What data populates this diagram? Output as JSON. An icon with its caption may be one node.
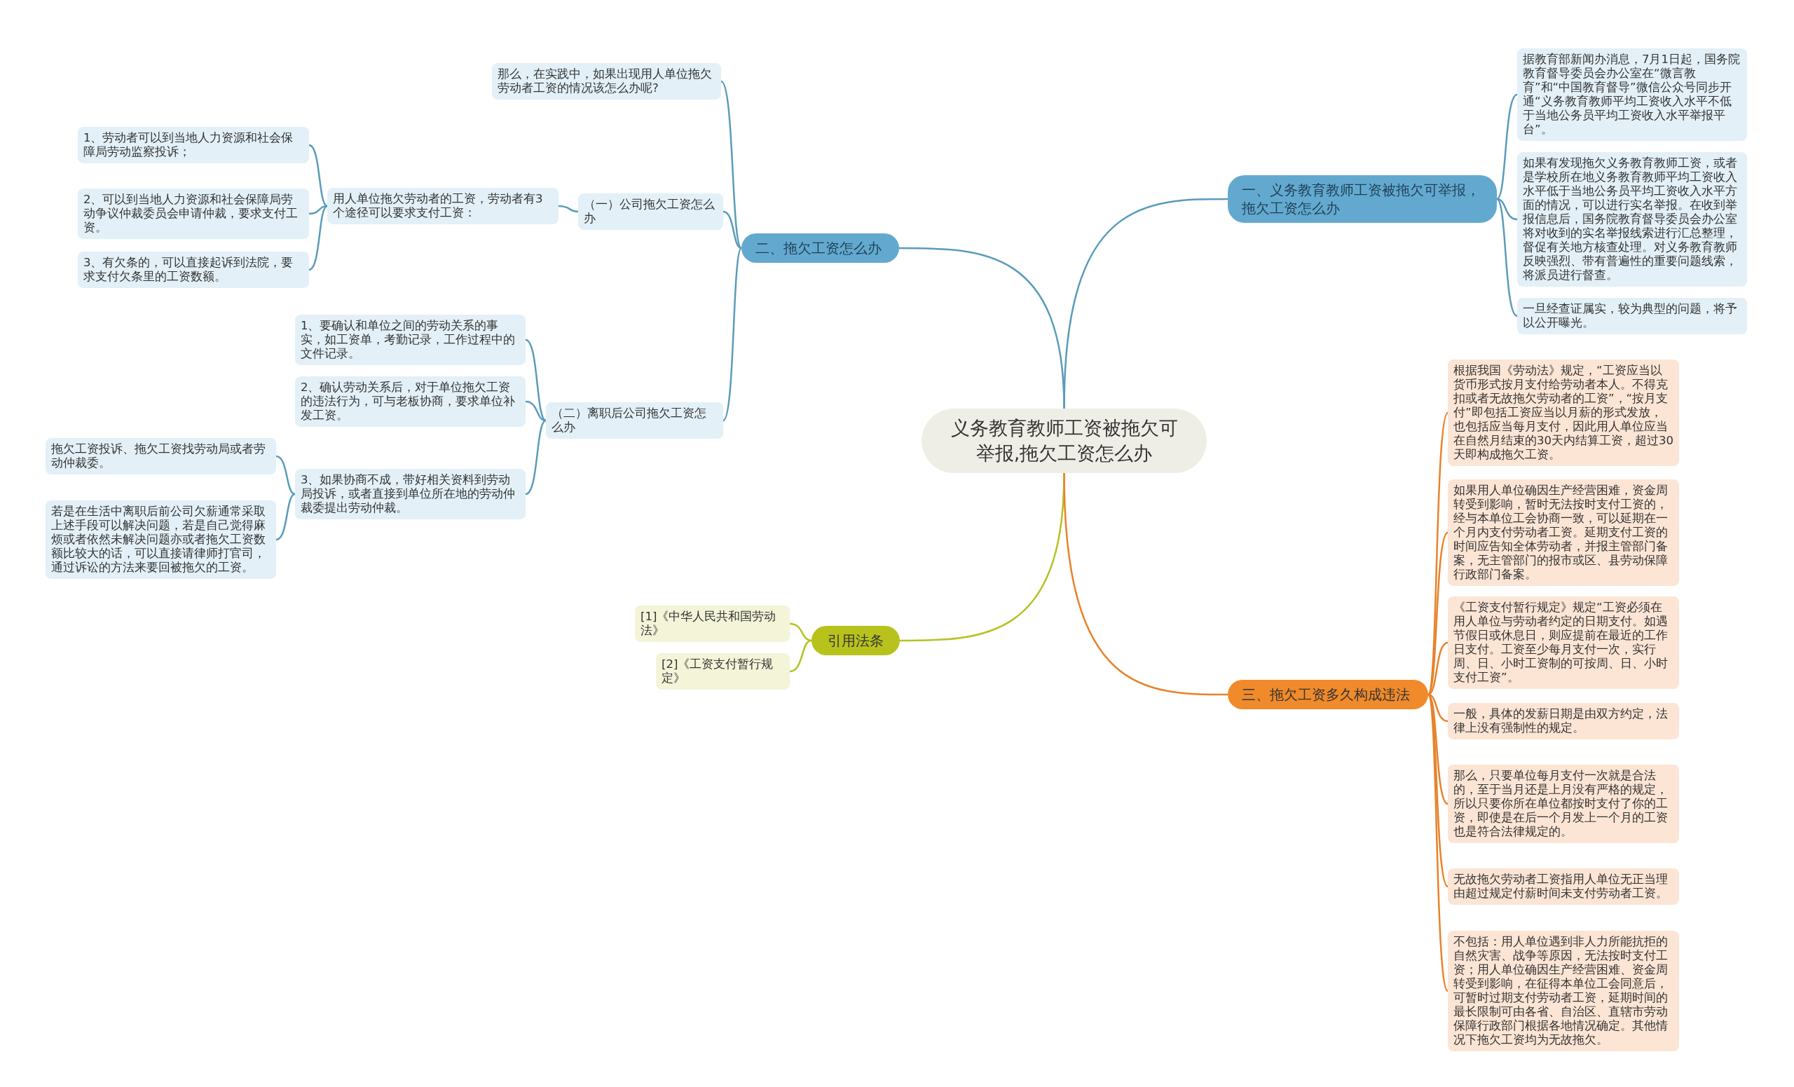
{
  "diagram": {
    "nodes": [
      {
        "text": [
          "义务教育教师工资被拖欠可举报,拖欠工资怎么办"
        ]
      },
      {
        "text": [
          "一、义务教育教师工资被拖欠可举报，拖欠工资怎么办"
        ]
      },
      {
        "text": [
          "据教育部新闻办消息，7月1日起，国务院教育督导委员会办公室在“微言教育”和“中国教育督导”微信公众号同步开通“义务教育教师平均工资收入水平不低于当地公务员平均工资收入水平举报平台”。"
        ]
      },
      {
        "text": [
          "如果有发现拖欠义务教育教师工资，或者是学校所在地义务教育教师平均工资收入水平低于当地公务员平均工资收入水平方面的情况，可以进行实名举报。在收到举报信息后，国务院教育督导委员会办公室将对收到的实名举报线索进行汇总整理，督促有关地方核查处理。对义务教育教师反映强烈、带有普遍性的重要问题线索，将派员进行督查。"
        ]
      },
      {
        "text": [
          "一旦经查证属实，较为典型的问题，将予以公开曝光。"
        ]
      },
      {
        "text": [
          "二、拖欠工资怎么办"
        ]
      },
      {
        "text": [
          "那么，在实践中，如果出现用人单位拖欠劳动者工资的情况该怎么办呢?"
        ]
      },
      {
        "text": [
          "（一）公司拖欠工资怎么办"
        ]
      },
      {
        "text": [
          "用人单位拖欠劳动者的工资，劳动者有3个途径可以要求支付工资："
        ]
      },
      {
        "text": [
          "1、劳动者可以到当地人力资源和社会保障局劳动监察投诉；"
        ]
      },
      {
        "text": [
          "2、可以到当地人力资源和社会保障局劳动争议仲裁委员会申请仲裁，要求支付工资。"
        ]
      },
      {
        "text": [
          "3、有欠条的，可以直接起诉到法院，要求支付欠条里的工资数额。"
        ]
      },
      {
        "text": [
          "（二）离职后公司拖欠工资怎么办"
        ]
      },
      {
        "text": [
          "1、要确认和单位之间的劳动关系的事实，如工资单，考勤记录，工作过程中的文件记录。"
        ]
      },
      {
        "text": [
          "2、确认劳动关系后，对于单位拖欠工资的违法行为，可与老板协商，要求单位补发工资。"
        ]
      },
      {
        "text": [
          "3、如果协商不成，带好相关资料到劳动局投诉，或者直接到单位所在地的劳动仲裁委提出劳动仲裁。"
        ]
      },
      {
        "text": [
          "拖欠工资投诉、拖欠工资找劳动局或者劳动仲裁委。"
        ]
      },
      {
        "text": [
          "若是在生活中离职后前公司欠薪通常采取上述手段可以解决问题，若是自己觉得麻烦或者依然未解决问题亦或者拖欠工资数额比较大的话，可以直接请律师打官司，通过诉讼的方法来要回被拖欠的工资。"
        ]
      },
      {
        "text": [
          "引用法条"
        ]
      },
      {
        "text": [
          "[1]《中华人民共和国劳动法》"
        ]
      },
      {
        "text": [
          "[2]《工资支付暂行规定》"
        ]
      },
      {
        "text": [
          "三、拖欠工资多久构成违法"
        ]
      },
      {
        "text": [
          "根据我国《劳动法》规定，“工资应当以货币形式按月支付给劳动者本人。不得克扣或者无故拖欠劳动者的工资”，“按月支付”即包括工资应当以月薪的形式发放，也包括应当每月支付，因此用人单位应当在自然月结束的30天内结算工资，超过30天即构成拖欠工资。"
        ]
      },
      {
        "text": [
          "如果用人单位确因生产经营困难，资金周转受到影响，暂时无法按时支付工资的，经与本单位工会协商一致，可以延期在一个月内支付劳动者工资。延期支付工资的时间应告知全体劳动者，并报主管部门备案，无主管部门的报市或区、县劳动保障行政部门备案。"
        ]
      },
      {
        "text": [
          "《工资支付暂行规定》规定“工资必须在用人单位与劳动者约定的日期支付。如遇节假日或休息日，则应提前在最近的工作日支付。工资至少每月支付一次，实行周、日、小时工资制的可按周、日、小时支付工资”。"
        ]
      },
      {
        "text": [
          "一般，具体的发薪日期是由双方约定，法律上没有强制性的规定。"
        ]
      },
      {
        "text": [
          "那么，只要单位每月支付一次就是合法的，至于当月还是上月没有严格的规定，所以只要你所在单位都按时支付了你的工资，即使是在后一个月发上一个月的工资也是符合法律规定的。"
        ]
      },
      {
        "text": [
          "无故拖欠劳动者工资指用人单位无正当理由超过规定付薪时间未支付劳动者工资。"
        ]
      },
      {
        "text": [
          "不包括：用人单位遇到非人力所能抗拒的自然灾害、战争等原因，无法按时支付工资；用人单位确因生产经营困难、资金周转受到影响，在征得本单位工会同意后，可暂时过期支付劳动者工资，延期时间的最长限制可由各省、自治区、直辖市劳动保障行政部门根据各地情况确定。其他情况下拖欠工资均为无故拖欠。"
        ]
      }
    ],
    "edges": [
      {
        "from": 0,
        "to": 1,
        "arrow": "none"
      },
      {
        "from": 1,
        "to": 2,
        "arrow": "none"
      },
      {
        "from": 1,
        "to": 3,
        "arrow": "none"
      },
      {
        "from": 1,
        "to": 4,
        "arrow": "none"
      },
      {
        "from": 0,
        "to": 5,
        "arrow": "none"
      },
      {
        "from": 5,
        "to": 6,
        "arrow": "none"
      },
      {
        "from": 5,
        "to": 7,
        "arrow": "none"
      },
      {
        "from": 7,
        "to": 8,
        "arrow": "none"
      },
      {
        "from": 8,
        "to": 9,
        "arrow": "none"
      },
      {
        "from": 8,
        "to": 10,
        "arrow": "none"
      },
      {
        "from": 8,
        "to": 11,
        "arrow": "none"
      },
      {
        "from": 5,
        "to": 12,
        "arrow": "none"
      },
      {
        "from": 12,
        "to": 13,
        "arrow": "none"
      },
      {
        "from": 12,
        "to": 14,
        "arrow": "none"
      },
      {
        "from": 12,
        "to": 15,
        "arrow": "none"
      },
      {
        "from": 15,
        "to": 16,
        "arrow": "none"
      },
      {
        "from": 15,
        "to": 17,
        "arrow": "none"
      },
      {
        "from": 0,
        "to": 18,
        "arrow": "none",
        "color": "#b5c21f"
      },
      {
        "from": 18,
        "to": 19,
        "arrow": "none",
        "color": "#b5c21f"
      },
      {
        "from": 18,
        "to": 20,
        "arrow": "none",
        "color": "#b5c21f"
      },
      {
        "from": 0,
        "to": 21,
        "arrow": "none",
        "color": "#e8822a"
      },
      {
        "from": 21,
        "to": 22,
        "arrow": "none",
        "color": "#e8822a"
      },
      {
        "from": 21,
        "to": 23,
        "arrow": "none",
        "color": "#e8822a"
      },
      {
        "from": 21,
        "to": 24,
        "arrow": "none",
        "color": "#e8822a"
      },
      {
        "from": 21,
        "to": 25,
        "arrow": "none",
        "color": "#e8822a"
      },
      {
        "from": 21,
        "to": 26,
        "arrow": "none",
        "color": "#e8822a"
      },
      {
        "from": 21,
        "to": 27,
        "arrow": "none",
        "color": "#e8822a"
      },
      {
        "from": 21,
        "to": 28,
        "arrow": "none",
        "color": "#e8822a"
      }
    ]
  }
}
